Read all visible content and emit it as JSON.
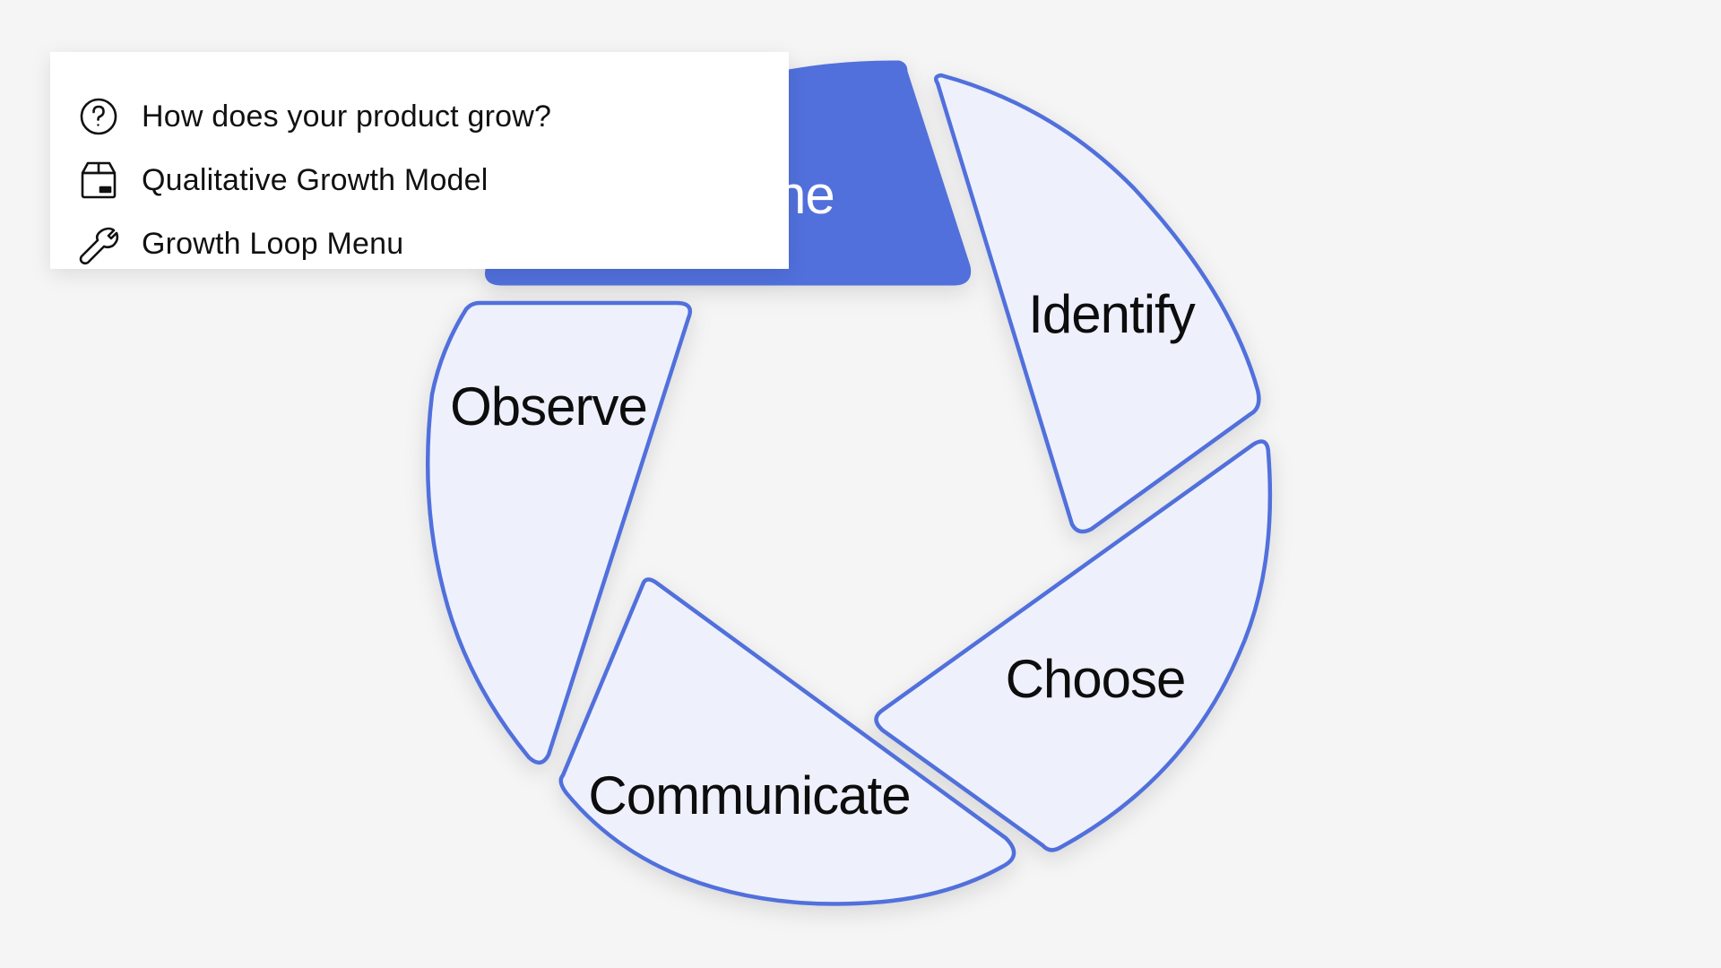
{
  "menu": {
    "items": [
      {
        "icon": "question-circle-icon",
        "label": "How does your product grow?"
      },
      {
        "icon": "box-icon",
        "label": "Qualitative Growth Model"
      },
      {
        "icon": "wrench-icon",
        "label": "Growth Loop Menu"
      }
    ]
  },
  "cycle": {
    "accent": "#5170DC",
    "segment_fill": "#EEF1FC",
    "active_text": "#FFFFFF",
    "segments": [
      {
        "label": "Define",
        "active": true
      },
      {
        "label": "Identify",
        "active": false
      },
      {
        "label": "Choose",
        "active": false
      },
      {
        "label": "Communicate",
        "active": false
      },
      {
        "label": "Observe",
        "active": false
      }
    ]
  }
}
